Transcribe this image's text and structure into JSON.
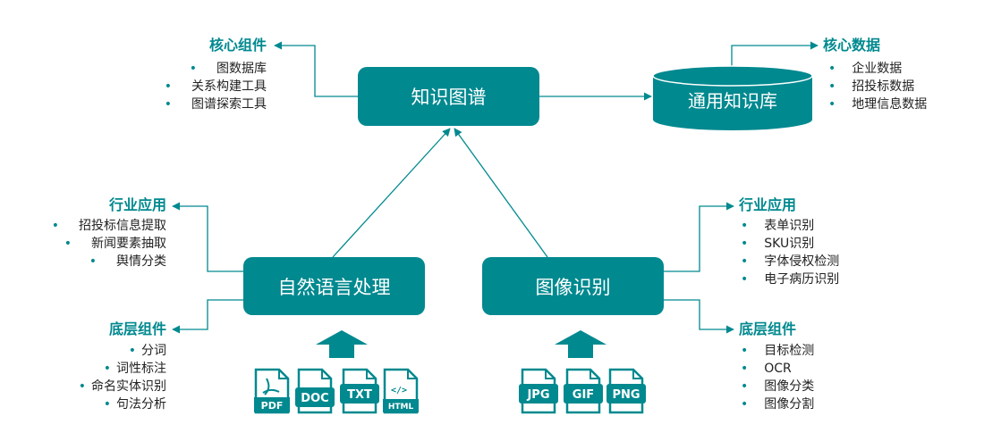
{
  "nodes": {
    "kg": "知识图谱",
    "kb": "通用知识库",
    "nlp": "自然语言处理",
    "img": "图像识别"
  },
  "kg_components": {
    "heading": "核心组件",
    "items": [
      "图数据库",
      "关系构建工具",
      "图谱探索工具"
    ]
  },
  "kb_data": {
    "heading": "核心数据",
    "items": [
      "企业数据",
      "招投标数据",
      "地理信息数据"
    ]
  },
  "nlp_industry": {
    "heading": "行业应用",
    "items": [
      "招投标信息提取",
      "新闻要素抽取",
      "舆情分类"
    ]
  },
  "nlp_base": {
    "heading": "底层组件",
    "items": [
      "分词",
      "词性标注",
      "命名实体识别",
      "句法分析"
    ]
  },
  "img_industry": {
    "heading": "行业应用",
    "items": [
      "表单识别",
      "SKU识别",
      "字体侵权检测",
      "电子病历识别"
    ]
  },
  "img_base": {
    "heading": "底层组件",
    "items": [
      "目标检测",
      "OCR",
      "图像分类",
      "图像分割"
    ]
  },
  "doc_icons": [
    "PDF",
    "DOC",
    "TXT",
    "HTML"
  ],
  "image_icons": [
    "JPG",
    "GIF",
    "PNG"
  ],
  "colors": {
    "accent": "#00898f",
    "text": "#222222"
  }
}
